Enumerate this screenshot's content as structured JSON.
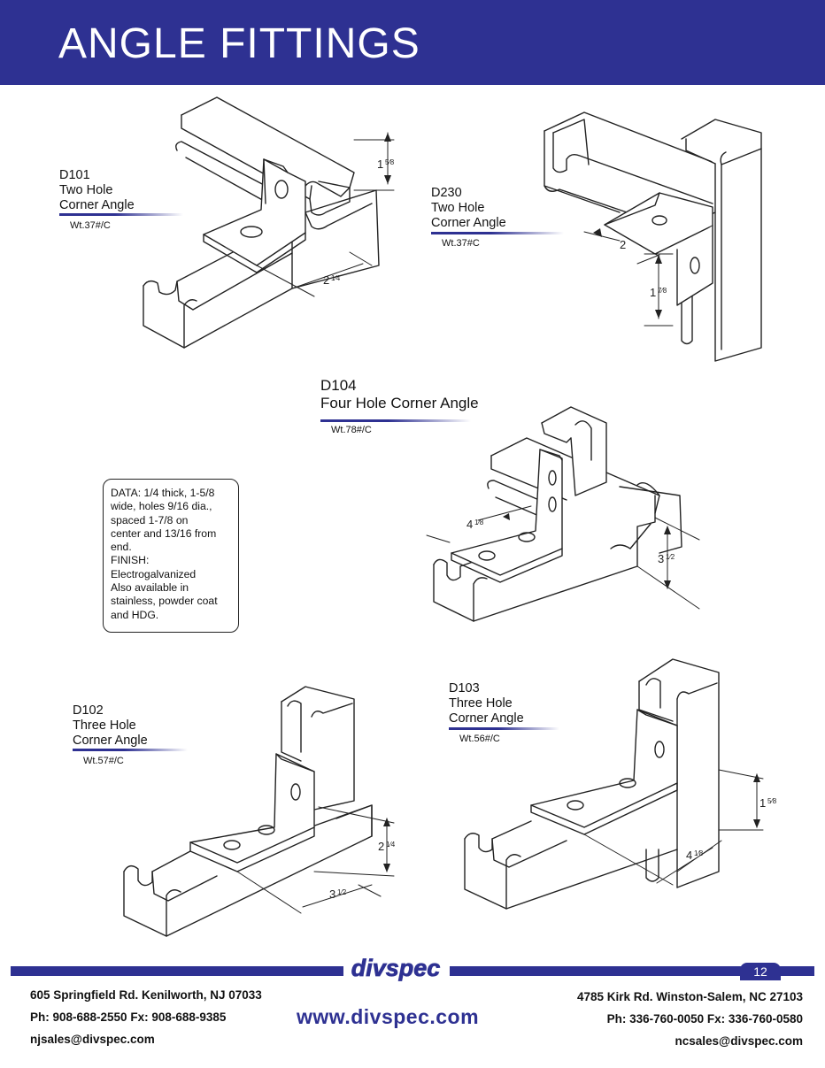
{
  "header": {
    "title": "ANGLE FITTINGS"
  },
  "products": {
    "d101": {
      "code": "D101",
      "name_line1": "Two Hole",
      "name_line2": "Corner Angle",
      "weight": "Wt.37#/C",
      "dim_a_whole": "1",
      "dim_a_frac": "5⁄8",
      "dim_b_whole": "2",
      "dim_b_frac": "1⁄4"
    },
    "d230": {
      "code": "D230",
      "name_line1": "Two Hole",
      "name_line2": "Corner Angle",
      "weight": "Wt.37#C",
      "dim_a_whole": "2",
      "dim_b_whole": "1",
      "dim_b_frac": "7⁄8"
    },
    "d104": {
      "code": "D104",
      "name": "Four Hole Corner Angle",
      "weight": "Wt.78#/C",
      "dim_a_whole": "4",
      "dim_a_frac": "1⁄8",
      "dim_b_whole": "3",
      "dim_b_frac": "1⁄2"
    },
    "d102": {
      "code": "D102",
      "name_line1": "Three Hole",
      "name_line2": "Corner Angle",
      "weight": "Wt.57#/C",
      "dim_a_whole": "2",
      "dim_a_frac": "1⁄4",
      "dim_b_whole": "3",
      "dim_b_frac": "1⁄2"
    },
    "d103": {
      "code": "D103",
      "name_line1": "Three Hole",
      "name_line2": "Corner Angle",
      "weight": "Wt.56#/C",
      "dim_a_whole": "1",
      "dim_a_frac": "5⁄8",
      "dim_b_whole": "4",
      "dim_b_frac": "1⁄8"
    }
  },
  "data_box": {
    "lines": [
      "DATA: 1/4 thick, 1-5/8",
      "wide, holes 9/16 dia.,",
      "spaced 1-7/8 on",
      "center and 13/16 from",
      "end.",
      "FINISH:",
      "Electrogalvanized",
      "Also available in",
      "stainless, powder coat",
      "and HDG."
    ]
  },
  "footer": {
    "logo_text": "divspec",
    "page_number": "12",
    "left_address": "605 Springfield Rd. Kenilworth, NJ 07033",
    "left_phone": "Ph: 908-688-2550 Fx: 908-688-9385",
    "left_email": "njsales@divspec.com",
    "website": "www.divspec.com",
    "right_address": "4785 Kirk Rd. Winston-Salem, NC 27103",
    "right_phone": "Ph: 336-760-0050 Fx: 336-760-0580",
    "right_email": "ncsales@divspec.com"
  },
  "colors": {
    "brand_blue": "#2e3192",
    "line": "#222222"
  }
}
